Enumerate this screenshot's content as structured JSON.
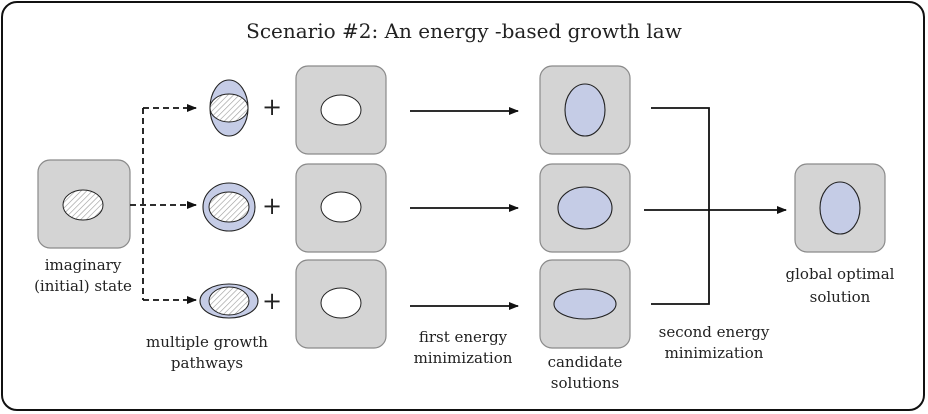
{
  "title": "Scenario #2: An energy -based growth law",
  "labels": {
    "initial_state": [
      "imaginary",
      "(initial) state"
    ],
    "pathways": [
      "multiple growth",
      "pathways"
    ],
    "first_min": [
      "first energy",
      "minimization"
    ],
    "candidates": [
      "candidate",
      "solutions"
    ],
    "second_min": [
      "second energy",
      "minimization"
    ],
    "global": [
      "global optimal",
      "solution"
    ]
  },
  "plus_sign": "+",
  "colors": {
    "box_fill": "#d4d4d4",
    "box_stroke": "#8a8a8a",
    "shape_fill": "#c5cce6",
    "hatch": "#9a9a9a",
    "line": "#111111"
  }
}
